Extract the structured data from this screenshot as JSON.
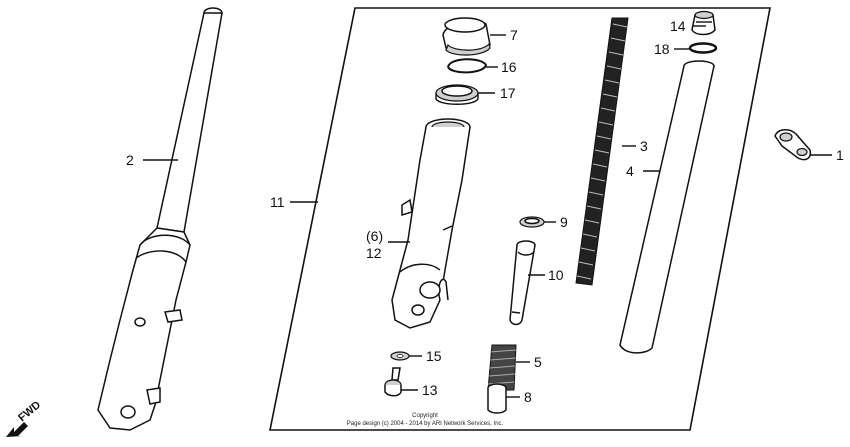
{
  "fwd_label": "FWD",
  "copyright": {
    "line1": "Copyright",
    "line2": "Page design (c) 2004 - 2014 by ARI Network Services, Inc."
  },
  "callouts": {
    "p1": "1",
    "p2": "2",
    "p3": "3",
    "p4": "4",
    "p5": "5",
    "p6": "(6)",
    "p7": "7",
    "p8": "8",
    "p9": "9",
    "p10": "10",
    "p11": "11",
    "p12": "12",
    "p13": "13",
    "p14": "14",
    "p15": "15",
    "p16": "16",
    "p17": "17",
    "p18": "18"
  }
}
